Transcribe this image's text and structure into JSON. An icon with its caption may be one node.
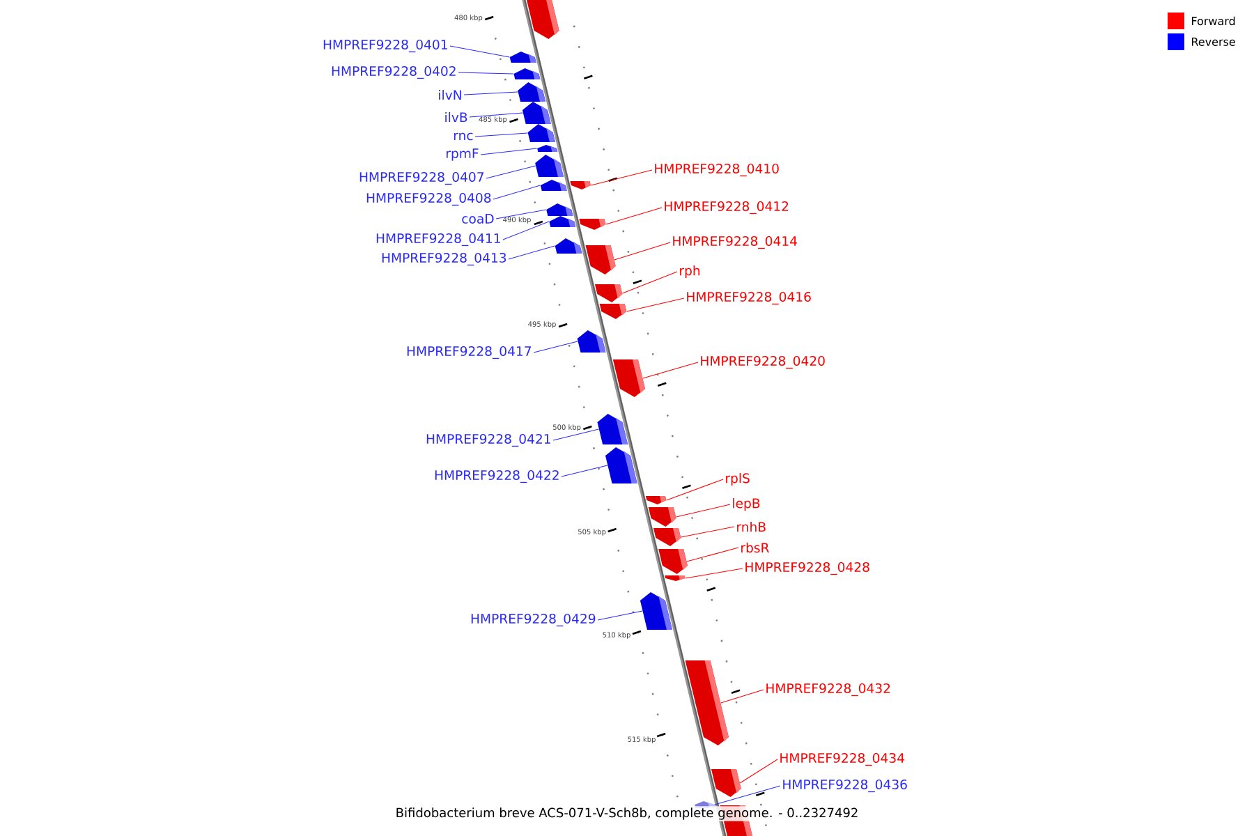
{
  "diagram": {
    "caption": "Bifidobacterium breve ACS-071-V-Sch8b, complete genome. - 0..2327492",
    "nodes": [
      {
        "text": [
          "HMPREF9228_0401"
        ]
      },
      {
        "text": [],
        "shape": "box"
      },
      {
        "text": [
          "HMPREF9228_0402"
        ]
      },
      {
        "text": [],
        "shape": "box"
      },
      {
        "text": [
          "ilvN"
        ]
      },
      {
        "text": [],
        "shape": "box"
      },
      {
        "text": [
          "ilvB"
        ]
      },
      {
        "text": [],
        "shape": "box"
      },
      {
        "text": [
          "rnc"
        ]
      },
      {
        "text": [],
        "shape": "box"
      },
      {
        "text": [
          "rpmF"
        ]
      },
      {
        "text": [],
        "shape": "box"
      },
      {
        "text": [
          "HMPREF9228_0410"
        ]
      },
      {
        "text": [],
        "shape": "box"
      },
      {
        "text": [
          "HMPREF9228_0407"
        ]
      },
      {
        "text": [],
        "shape": "box"
      },
      {
        "text": [
          "HMPREF9228_0408"
        ]
      },
      {
        "text": [],
        "shape": "box"
      },
      {
        "text": [
          "HMPREF9228_0412"
        ]
      },
      {
        "text": [],
        "shape": "box"
      },
      {
        "text": [
          "coaD"
        ]
      },
      {
        "text": [],
        "shape": "box"
      },
      {
        "text": [
          "HMPREF9228_0411"
        ]
      },
      {
        "text": [],
        "shape": "box"
      },
      {
        "text": [
          "HMPREF9228_0414"
        ]
      },
      {
        "text": [],
        "shape": "box"
      },
      {
        "text": [
          "HMPREF9228_0413"
        ]
      },
      {
        "text": [],
        "shape": "box"
      },
      {
        "text": [
          "rph"
        ]
      },
      {
        "text": [],
        "shape": "box"
      },
      {
        "text": [
          "HMPREF9228_0416"
        ]
      },
      {
        "text": [],
        "shape": "box"
      },
      {
        "text": [
          "HMPREF9228_0417"
        ]
      },
      {
        "text": [],
        "shape": "box"
      },
      {
        "text": [
          "HMPREF9228_0420"
        ]
      },
      {
        "text": [],
        "shape": "box"
      },
      {
        "text": [
          "HMPREF9228_0421"
        ]
      },
      {
        "text": [],
        "shape": "box"
      },
      {
        "text": [
          "HMPREF9228_0422"
        ]
      },
      {
        "text": [],
        "shape": "box"
      },
      {
        "text": [
          "rplS"
        ]
      },
      {
        "text": [],
        "shape": "box"
      },
      {
        "text": [
          "lepB"
        ]
      },
      {
        "text": [],
        "shape": "box"
      },
      {
        "text": [
          "rnhB"
        ]
      },
      {
        "text": [],
        "shape": "box"
      },
      {
        "text": [
          "rbsR"
        ]
      },
      {
        "text": [],
        "shape": "box"
      },
      {
        "text": [
          "HMPREF9228_0428"
        ]
      },
      {
        "text": [],
        "shape": "box"
      },
      {
        "text": [
          "HMPREF9228_0429"
        ]
      },
      {
        "text": [],
        "shape": "box"
      },
      {
        "text": [
          "HMPREF9228_0432"
        ]
      },
      {
        "text": [],
        "shape": "box"
      },
      {
        "text": [
          "HMPREF9228_0434"
        ]
      },
      {
        "text": [],
        "shape": "box"
      },
      {
        "text": [
          "HMPREF9228_0436"
        ]
      },
      {
        "text": [],
        "shape": "box"
      },
      {
        "text": [],
        "shape": "box"
      },
      {
        "text": [],
        "shape": "box"
      }
    ],
    "edges": [
      {
        "from": 0,
        "to": 1,
        "arrow": "none"
      },
      {
        "from": 2,
        "to": 3,
        "arrow": "none"
      },
      {
        "from": 4,
        "to": 5,
        "arrow": "none"
      },
      {
        "from": 6,
        "to": 7,
        "arrow": "none"
      },
      {
        "from": 8,
        "to": 9,
        "arrow": "none"
      },
      {
        "from": 10,
        "to": 11,
        "arrow": "none"
      },
      {
        "from": 12,
        "to": 13,
        "arrow": "none",
        "color": "#ff0000"
      },
      {
        "from": 14,
        "to": 15,
        "arrow": "none"
      },
      {
        "from": 16,
        "to": 17,
        "arrow": "none"
      },
      {
        "from": 18,
        "to": 19,
        "arrow": "none",
        "color": "#ff0000"
      },
      {
        "from": 20,
        "to": 21,
        "arrow": "none"
      },
      {
        "from": 22,
        "to": 23,
        "arrow": "none"
      },
      {
        "from": 24,
        "to": 25,
        "arrow": "none",
        "color": "#ff0000"
      },
      {
        "from": 26,
        "to": 27,
        "arrow": "none"
      },
      {
        "from": 28,
        "to": 29,
        "arrow": "none",
        "color": "#ff0000"
      },
      {
        "from": 30,
        "to": 31,
        "arrow": "none",
        "color": "#ff0000"
      },
      {
        "from": 32,
        "to": 33,
        "arrow": "none"
      },
      {
        "from": 34,
        "to": 35,
        "arrow": "none",
        "color": "#ff0000"
      },
      {
        "from": 36,
        "to": 37,
        "arrow": "none"
      },
      {
        "from": 38,
        "to": 39,
        "arrow": "none"
      },
      {
        "from": 40,
        "to": 41,
        "arrow": "none",
        "color": "#ff0000"
      },
      {
        "from": 42,
        "to": 43,
        "arrow": "none",
        "color": "#ff0000"
      },
      {
        "from": 44,
        "to": 45,
        "arrow": "none",
        "color": "#ff0000"
      },
      {
        "from": 46,
        "to": 47,
        "arrow": "none",
        "color": "#ff0000"
      },
      {
        "from": 48,
        "to": 49,
        "arrow": "none",
        "color": "#ff0000"
      },
      {
        "from": 50,
        "to": 51,
        "arrow": "none"
      },
      {
        "from": 52,
        "to": 53,
        "arrow": "none",
        "color": "#ff0000"
      },
      {
        "from": 54,
        "to": 55,
        "arrow": "none",
        "color": "#ff0000"
      },
      {
        "from": 56,
        "to": 57,
        "arrow": "none"
      }
    ],
    "labels": [
      "480 kbp",
      "485 kbp",
      "490 kbp",
      "495 kbp",
      "500 kbp",
      "505 kbp",
      "510 kbp",
      "515 kbp"
    ],
    "legend": [
      {
        "text": "Forward",
        "color": "#ff0000"
      },
      {
        "text": "Reverse",
        "color": "#0000ff"
      }
    ]
  }
}
